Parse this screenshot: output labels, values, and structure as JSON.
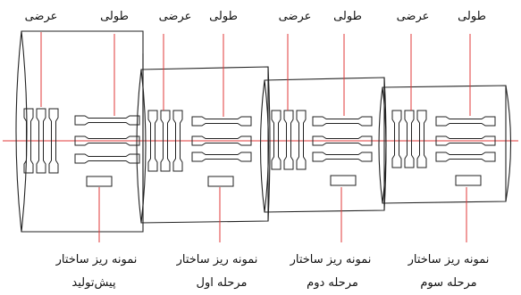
{
  "labels": {
    "top": [
      "عرضی",
      "طولی",
      "عرضی",
      "طولی",
      "عرضی",
      "طولی",
      "عرضی",
      "طولی"
    ],
    "bottom_line1": [
      "نمونه ریز ساختار",
      "نمونه ریز ساختار",
      "نمونه ریز ساختار",
      "نمونه ریز ساختار"
    ],
    "bottom_line2": [
      "پیش‌تولید",
      "مرحله اول",
      "مرحله دوم",
      "مرحله سوم"
    ]
  },
  "colors": {
    "line": "#222222",
    "axis": "#e23a3a"
  }
}
